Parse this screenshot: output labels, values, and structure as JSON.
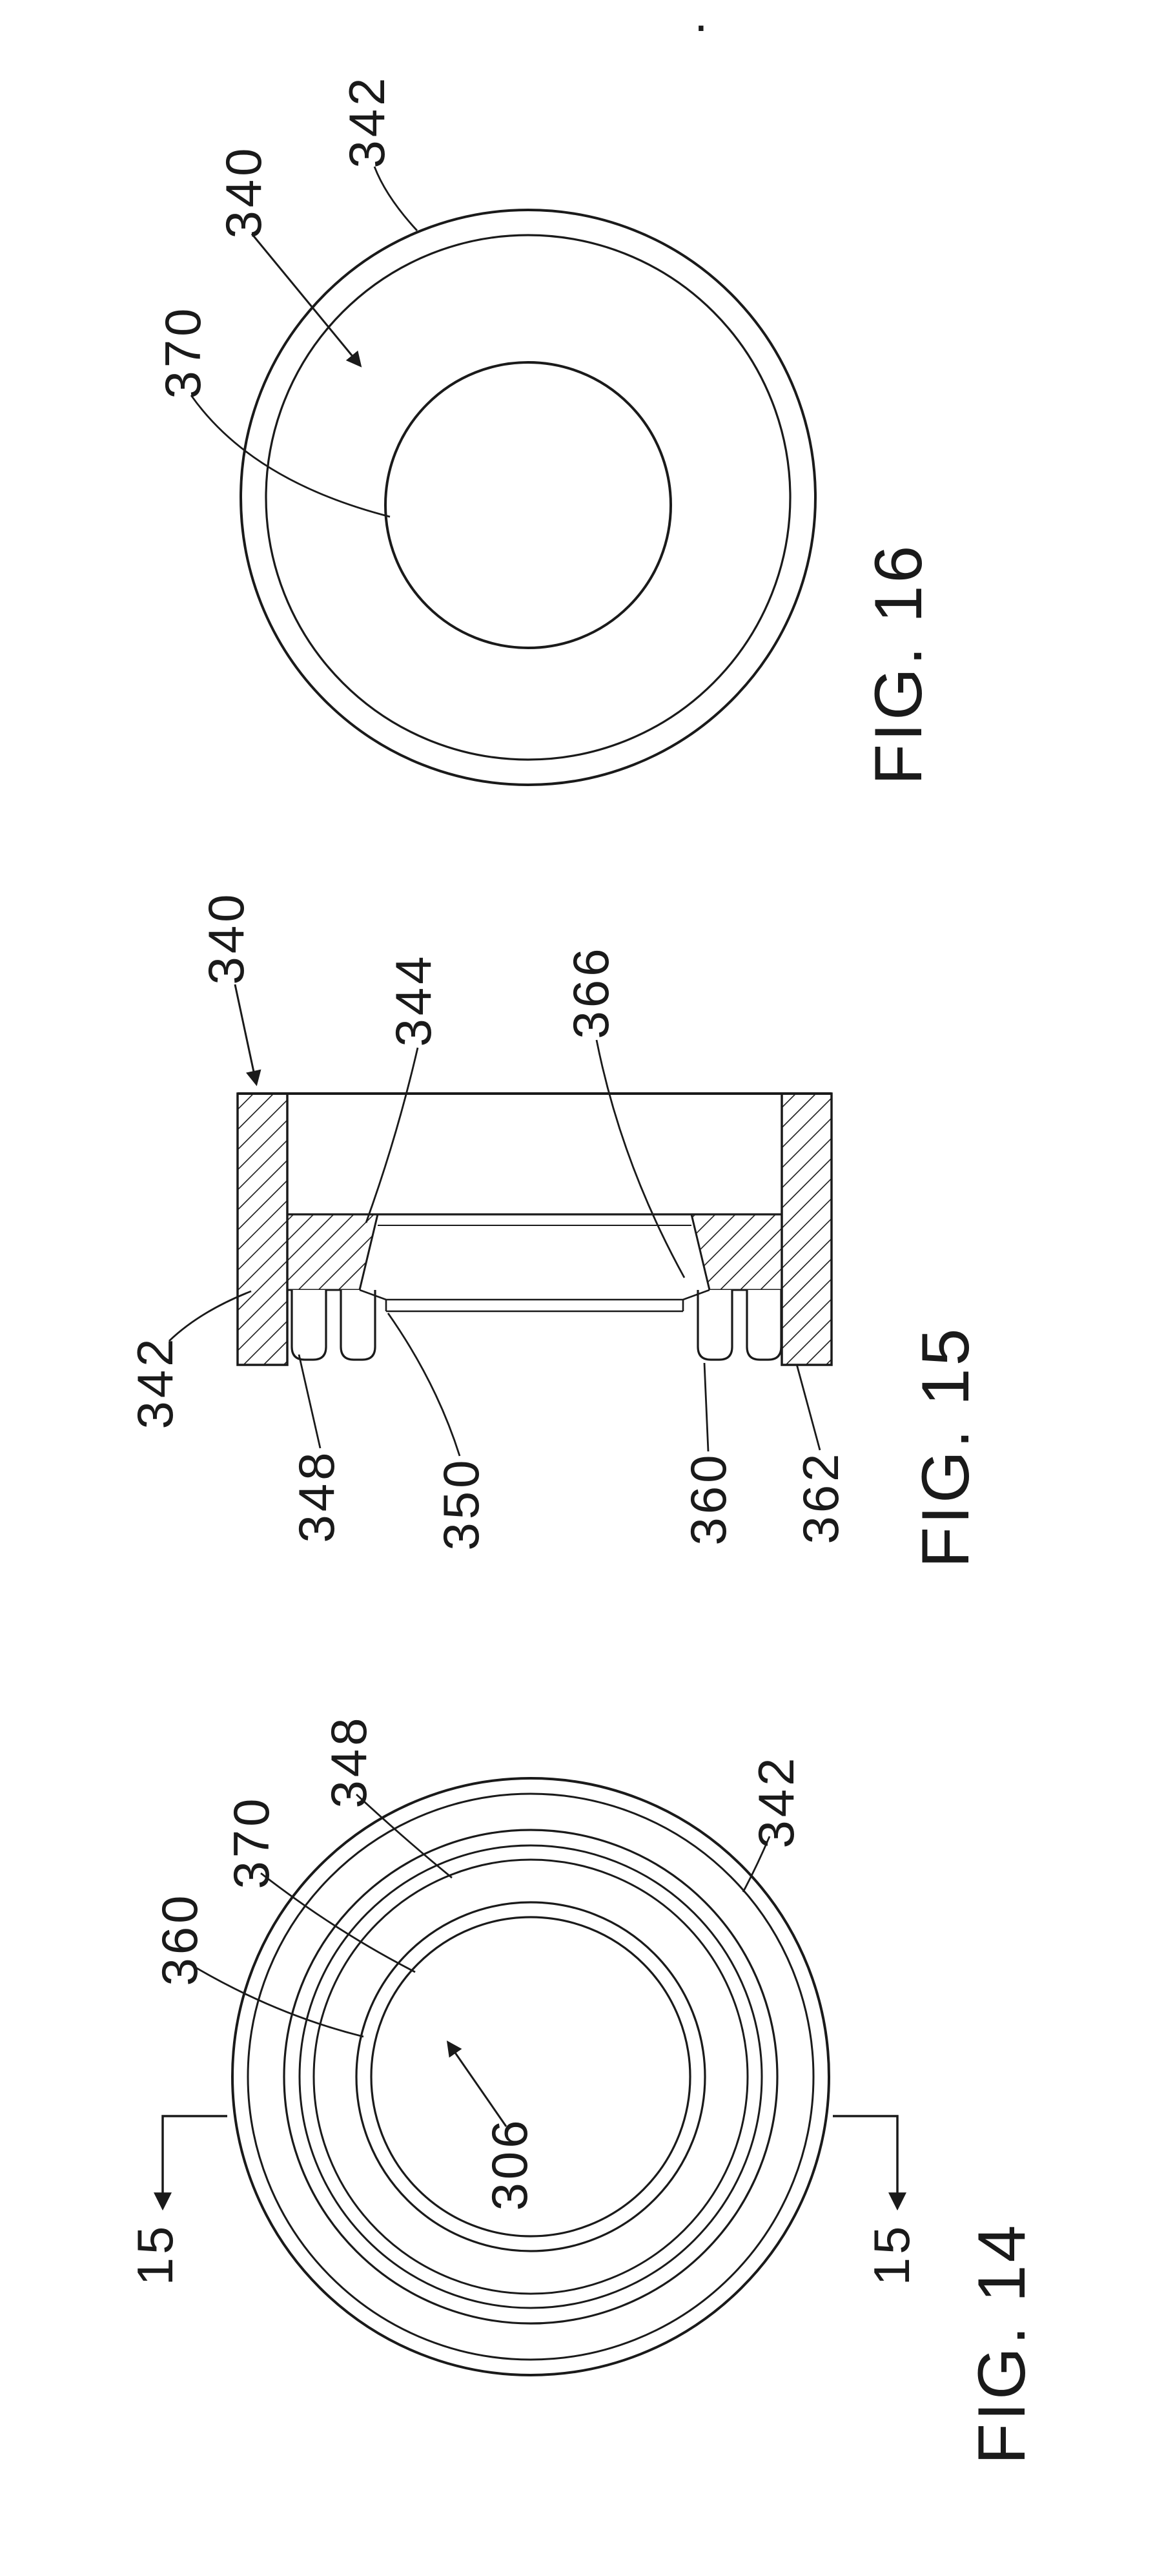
{
  "page": {
    "background": "#ffffff",
    "ink": "#1a1a1a",
    "stray_mark": "."
  },
  "figure16": {
    "label": "FIG. 16",
    "refs": {
      "r370": "370",
      "r340": "340",
      "r342": "342"
    }
  },
  "figure15": {
    "label": "FIG. 15",
    "refs": {
      "r340": "340",
      "r344": "344",
      "r366": "366",
      "r342": "342",
      "r348": "348",
      "r350": "350",
      "r360": "360",
      "r362": "362"
    }
  },
  "figure14": {
    "label": "FIG. 14",
    "refs": {
      "r360": "360",
      "r370": "370",
      "r348": "348",
      "r342": "342",
      "r306": "306"
    },
    "section_marker": "15"
  }
}
